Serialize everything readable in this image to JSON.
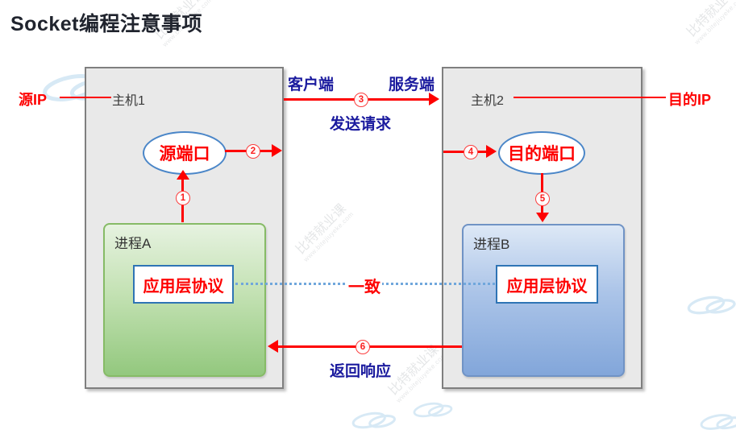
{
  "title": "Socket编程注意事项",
  "watermark": {
    "brand": "比特就业课",
    "url": "www.bitejiuyeke.com"
  },
  "diagram": {
    "left_host": {
      "name": "主机1",
      "ip_label": "源IP",
      "port_label": "源端口",
      "process": {
        "name": "进程A",
        "protocol": "应用层协议"
      }
    },
    "right_host": {
      "name": "主机2",
      "ip_label": "目的IP",
      "port_label": "目的端口",
      "process": {
        "name": "进程B",
        "protocol": "应用层协议"
      }
    },
    "top_flow": {
      "client": "客户端",
      "server": "服务端",
      "caption": "发送请求"
    },
    "bottom_flow": {
      "caption": "返回响应"
    },
    "middle_link": {
      "caption": "一致"
    },
    "steps": [
      "1",
      "2",
      "3",
      "4",
      "5",
      "6"
    ]
  },
  "colors": {
    "arrow_red": "#fe0000",
    "flow_text_navy": "#1a1a9e",
    "port_border_blue": "#4a86c8",
    "protocol_border_blue": "#2e74b5",
    "host_fill_gray": "#e9e9e9",
    "process_a_green": "#93c87e",
    "process_b_blue": "#82a6da"
  }
}
